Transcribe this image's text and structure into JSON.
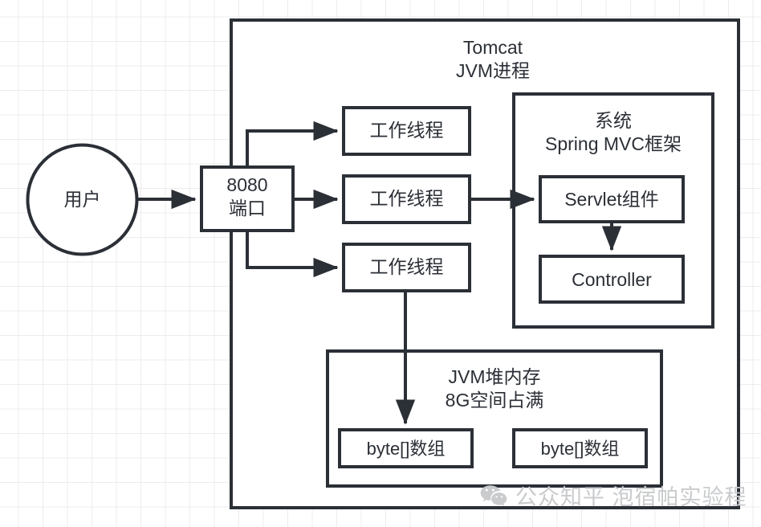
{
  "diagram": {
    "title": "Tomcat JVM process request handling and heap memory diagram",
    "colors": {
      "stroke": "#2b2f36",
      "fill": "#ffffff",
      "grid": "#ececec",
      "watermark": "#c9cbcd"
    },
    "nodes": {
      "user": {
        "label": "用户",
        "shape": "circle"
      },
      "port": {
        "label": "8080\n端口",
        "shape": "rect"
      },
      "tomcat_container": {
        "label": "Tomcat\nJVM进程",
        "shape": "rect"
      },
      "worker_threads": [
        {
          "label": "工作线程"
        },
        {
          "label": "工作线程"
        },
        {
          "label": "工作线程"
        }
      ],
      "spring_container": {
        "label": "系统\nSpring MVC框架",
        "shape": "rect"
      },
      "servlet": {
        "label": "Servlet组件",
        "shape": "rect"
      },
      "controller": {
        "label": "Controller",
        "shape": "rect"
      },
      "heap_container": {
        "label": "JVM堆内存\n8G空间占满",
        "shape": "rect"
      },
      "byte_arrays": [
        {
          "label": "byte[]数组"
        },
        {
          "label": "byte[]数组"
        }
      ]
    },
    "edges": [
      {
        "from": "user",
        "to": "port",
        "style": "arrow"
      },
      {
        "from": "port",
        "to": "worker_thread_1",
        "style": "arrow"
      },
      {
        "from": "port",
        "to": "worker_thread_2",
        "style": "arrow"
      },
      {
        "from": "port",
        "to": "worker_thread_3",
        "style": "arrow"
      },
      {
        "from": "worker_thread_2",
        "to": "servlet",
        "style": "arrow"
      },
      {
        "from": "servlet",
        "to": "controller",
        "style": "arrow"
      },
      {
        "from": "worker_thread_3",
        "to": "byte_array_1",
        "style": "arrow"
      }
    ]
  },
  "watermark": {
    "text": "公众知平 泡宿帕实验程",
    "icon": "wechat-icon"
  }
}
